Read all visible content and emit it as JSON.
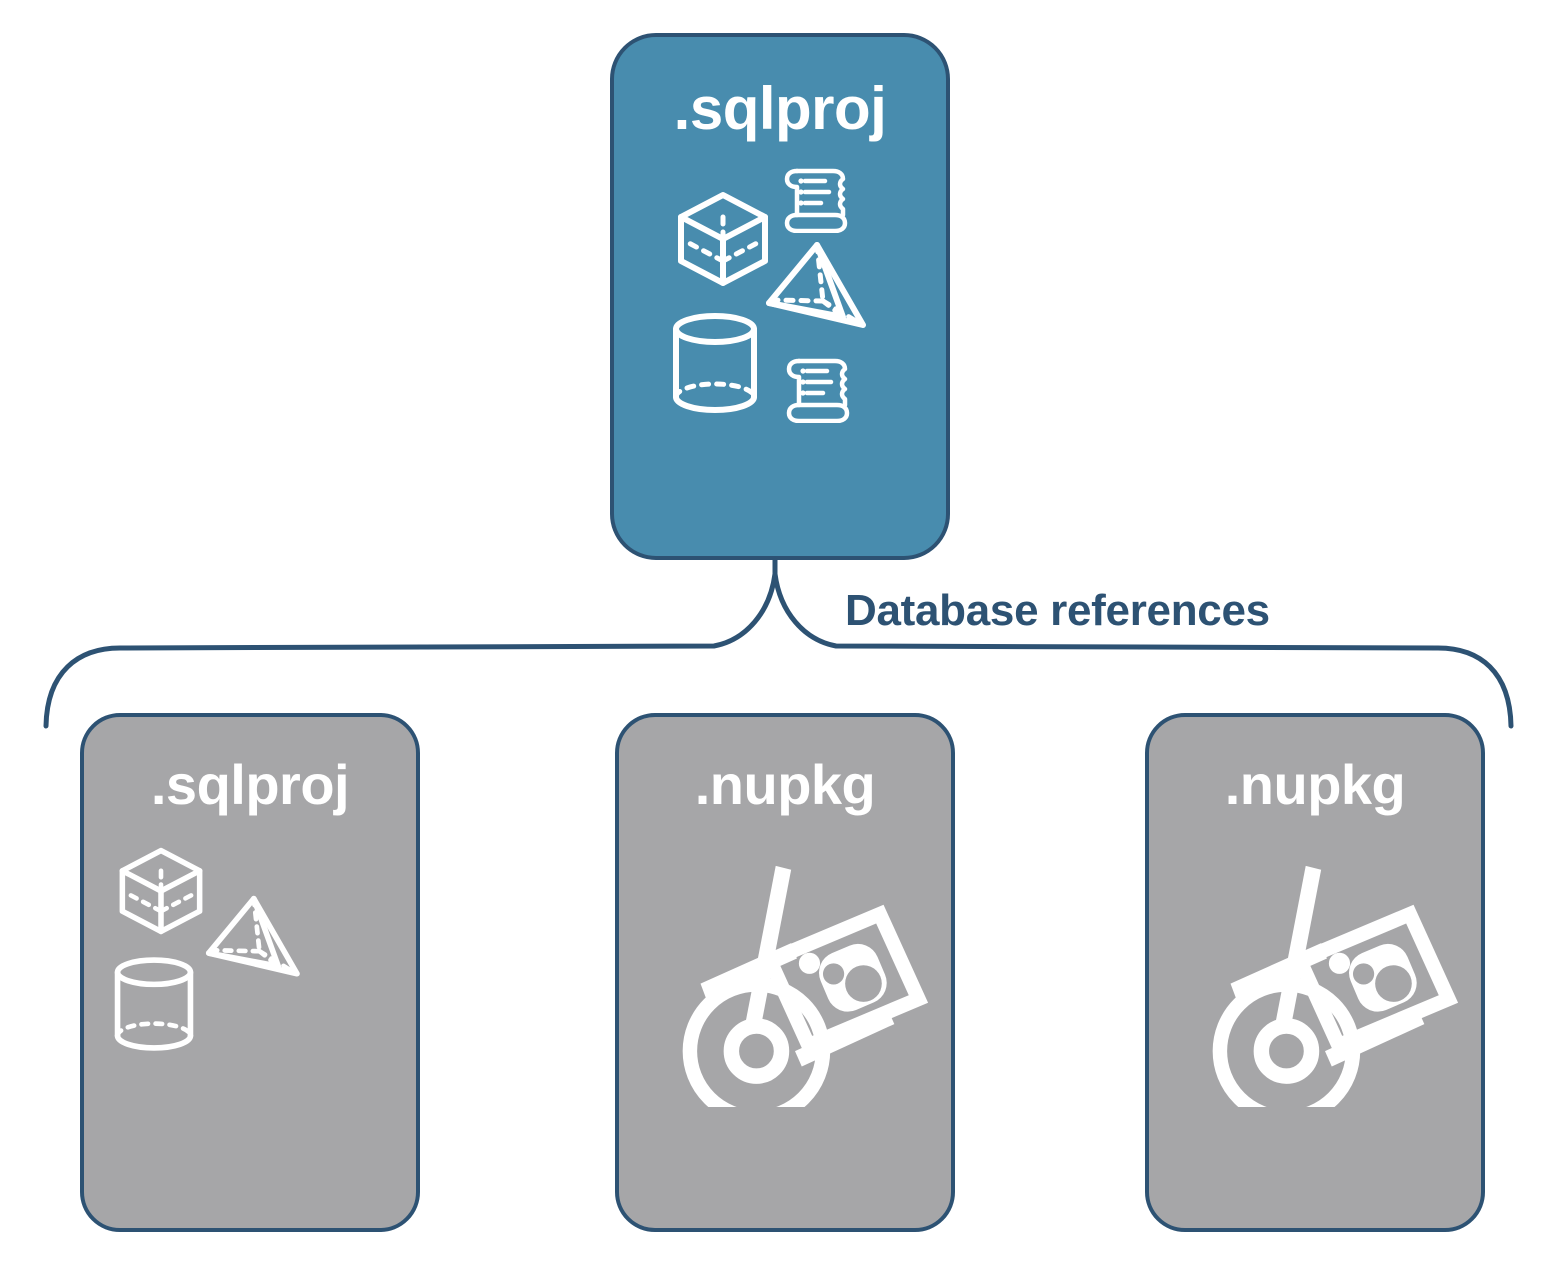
{
  "diagram": {
    "title": "Database references",
    "colors": {
      "blue_fill": "#488cae",
      "gray_fill": "#a6a6a8",
      "border": "#2d5273",
      "text_dark": "#2d5273",
      "label_text": "#ffffff",
      "background": "#ffffff"
    },
    "connector": {
      "caption": "Database references",
      "kind": "curly-brace",
      "branches": 3
    },
    "root": {
      "label": ".sqlproj",
      "fill": "blue",
      "icons": [
        "cube-wireframe-icon",
        "scroll-script-icon",
        "pyramid-wireframe-icon",
        "cylinder-wireframe-icon",
        "scroll-script-icon"
      ]
    },
    "children": [
      {
        "label": ".sqlproj",
        "fill": "gray",
        "icons": [
          "cube-wireframe-icon",
          "pyramid-wireframe-icon",
          "cylinder-wireframe-icon"
        ]
      },
      {
        "label": ".nupkg",
        "fill": "gray",
        "icons": [
          "nuget-package-dolly-icon"
        ]
      },
      {
        "label": ".nupkg",
        "fill": "gray",
        "icons": [
          "nuget-package-dolly-icon"
        ]
      }
    ]
  }
}
